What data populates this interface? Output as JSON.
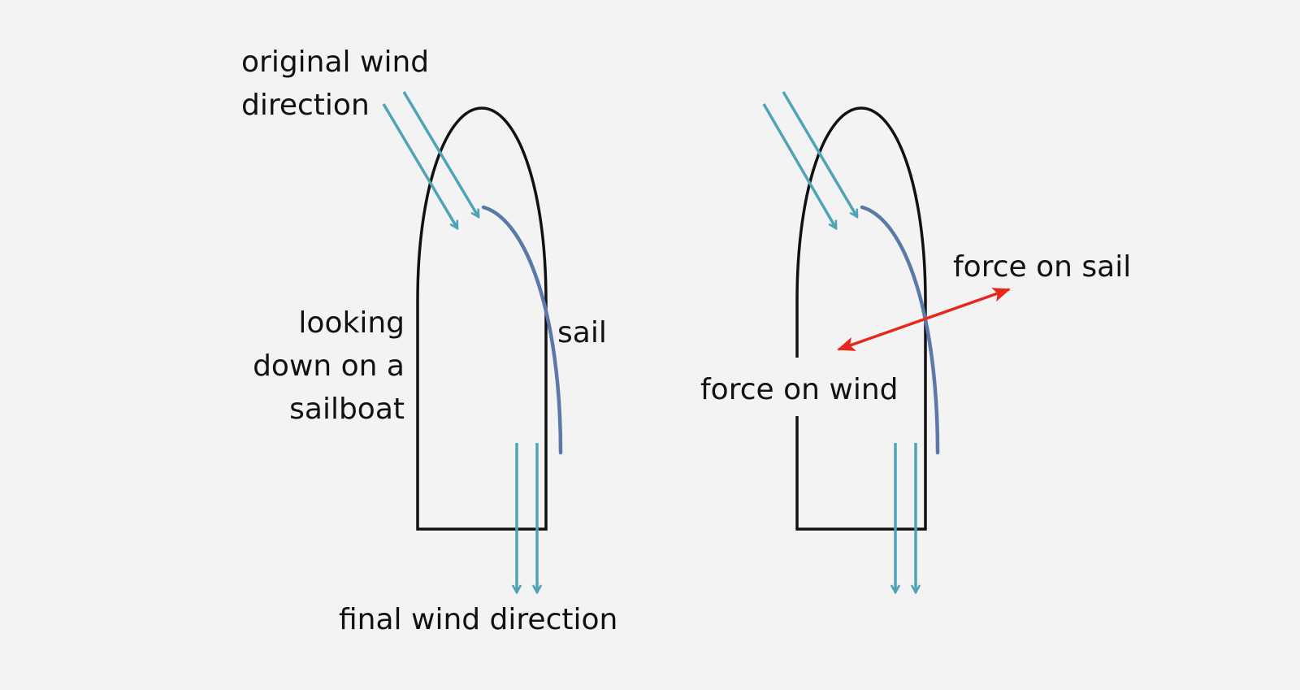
{
  "colors": {
    "background": "#f4f3f3",
    "hull": "#111111",
    "wind_arrows": "#4fa3b6",
    "sail": "#5b79a8",
    "force_arrow": "#e8261b",
    "text": "#111111"
  },
  "left_panel": {
    "original_wind_line1": "original wind",
    "original_wind_line2": "direction",
    "looking_line1": "looking",
    "looking_line2": "down on a",
    "looking_line3": "sailboat",
    "sail": "sail",
    "final_wind": "final wind direction"
  },
  "right_panel": {
    "force_on_sail": "force on sail",
    "force_on_wind": "force on wind"
  }
}
